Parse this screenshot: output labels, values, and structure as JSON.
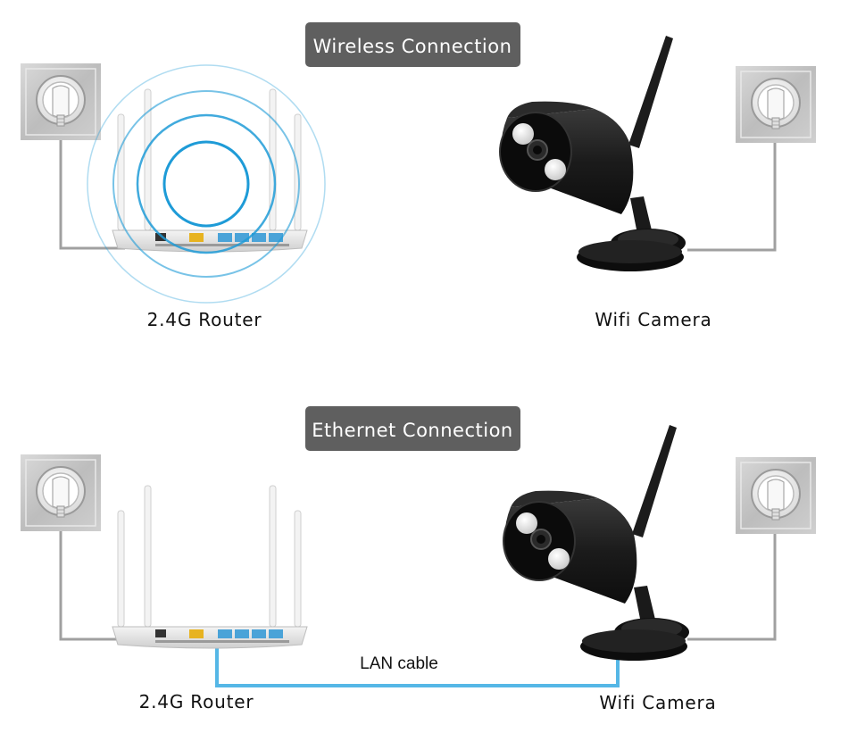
{
  "wireless": {
    "title": "Wireless Connection",
    "router_label": "2.4G Router",
    "camera_label": "Wifi Camera"
  },
  "ethernet": {
    "title": "Ethernet Connection",
    "router_label": "2.4G Router",
    "camera_label": "Wifi Camera",
    "cable_label": "LAN cable"
  },
  "colors": {
    "badge": "#5f5f5f",
    "wifi_signal": "#1e9bd7",
    "lan_cable": "#55b7e6",
    "power_cable": "#a0a0a0",
    "camera_body": "#1a1a1a",
    "router_body": "#e9e9e9"
  }
}
